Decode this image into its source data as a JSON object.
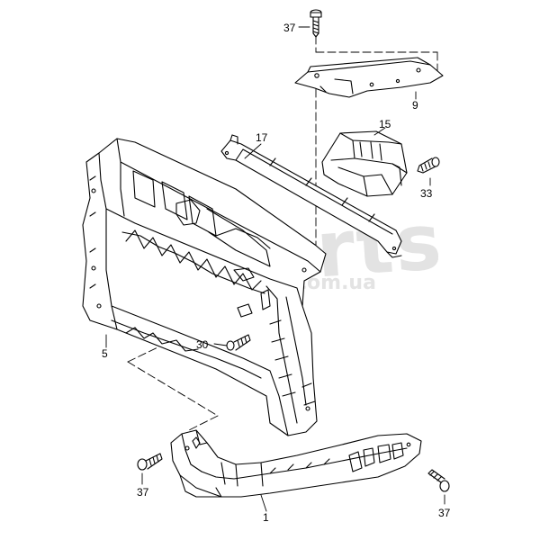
{
  "watermark": {
    "main": "parts",
    "sub": "com.ua"
  },
  "callouts": [
    {
      "id": "c37a",
      "label": "37"
    },
    {
      "id": "c9",
      "label": "9"
    },
    {
      "id": "c17",
      "label": "17"
    },
    {
      "id": "c15",
      "label": "15"
    },
    {
      "id": "c33",
      "label": "33"
    },
    {
      "id": "c5",
      "label": "5"
    },
    {
      "id": "c30",
      "label": "30"
    },
    {
      "id": "c37b",
      "label": "37"
    },
    {
      "id": "c1",
      "label": "1"
    },
    {
      "id": "c37c",
      "label": "37"
    }
  ]
}
